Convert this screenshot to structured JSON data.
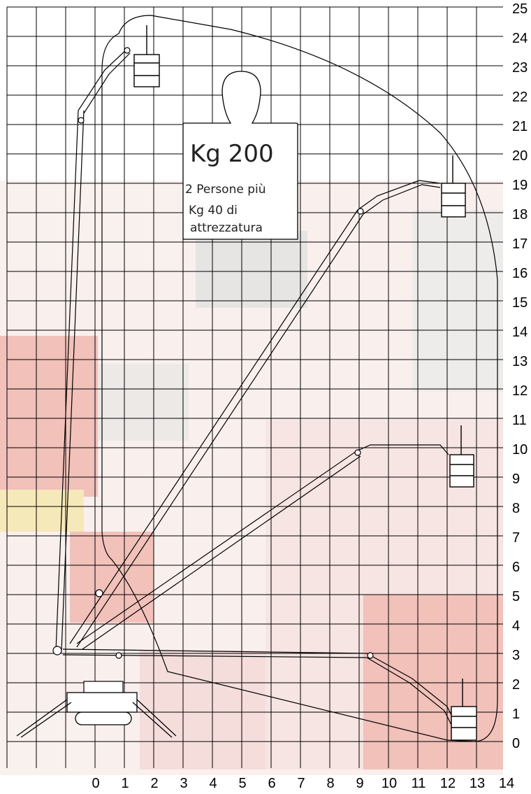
{
  "load_sign": {
    "capacity": "Kg 200",
    "line1": "2 Persone più",
    "line2": "Kg 40 di",
    "line3": "attrezzatura"
  },
  "y_axis_labels": [
    "25",
    "24",
    "23",
    "22",
    "21",
    "20",
    "19",
    "18",
    "17",
    "16",
    "15",
    "14",
    "13",
    "12",
    "11",
    "10",
    "9",
    "8",
    "7",
    "6",
    "5",
    "4",
    "3",
    "2",
    "1",
    "0"
  ],
  "x_axis_labels": [
    "0",
    "1",
    "2",
    "3",
    "4",
    "5",
    "6",
    "7",
    "8",
    "9",
    "10",
    "11",
    "12",
    "13",
    "14"
  ],
  "colors": {
    "grid": "#000000",
    "background_tint": "#f3e4df",
    "machine_red": "#d9503c",
    "machine_yellow": "#e6c23a"
  }
}
